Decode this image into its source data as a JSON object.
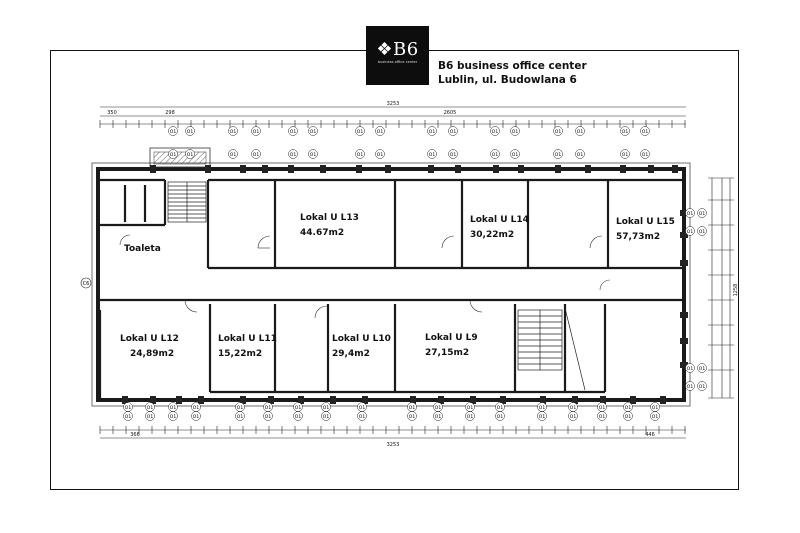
{
  "header": {
    "logo_mark": "B6",
    "logo_sub": "business office center",
    "company_name": "B6 business office center",
    "address": "Lublin, ul. Budowlana 6"
  },
  "rooms": [
    {
      "id": "toaleta",
      "name": "Toaleta",
      "area": ""
    },
    {
      "id": "l13",
      "name": "Lokal U L13",
      "area": "44.67m2"
    },
    {
      "id": "l14",
      "name": "Lokal U L14",
      "area": "30,22m2"
    },
    {
      "id": "l15",
      "name": "Lokal U L15",
      "area": "57,73m2"
    },
    {
      "id": "l12",
      "name": "Lokal U L12",
      "area": "24,89m2"
    },
    {
      "id": "l11",
      "name": "Lokal U L11",
      "area": "15,22m2"
    },
    {
      "id": "l10",
      "name": "Lokal U L10",
      "area": "29,4m2"
    },
    {
      "id": "l9",
      "name": "Lokal U L9",
      "area": "27,15m2"
    }
  ],
  "dimensions": {
    "total_width_top": "3253",
    "total_width_bottom": "3253",
    "right_height": "1258",
    "top_left_1": "350",
    "top_left_2": "298",
    "top_right": "2605",
    "bottom_left": "366",
    "bottom_right": "446"
  },
  "window_tag": "O1",
  "axis_tag": "C6",
  "colors": {
    "ink": "#111111",
    "wall": "#1a1a1a",
    "hatch": "#777777",
    "logo_bg": "#0d0d0d"
  }
}
